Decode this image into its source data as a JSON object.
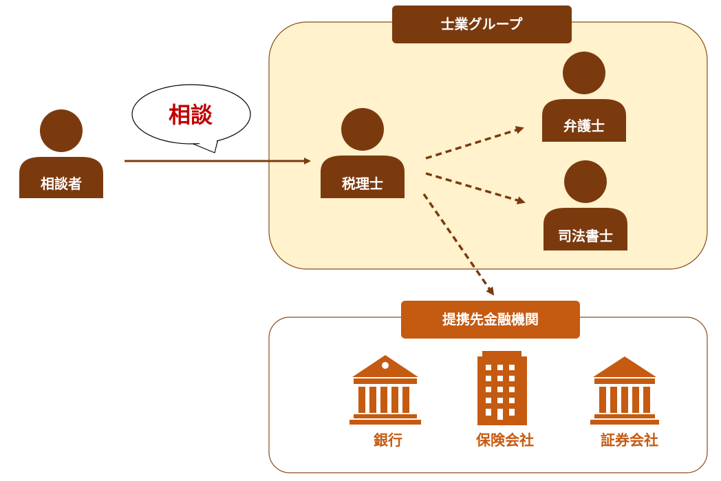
{
  "group": {
    "title": "士業グループ",
    "members": [
      "弁護士",
      "司法書士"
    ]
  },
  "consultant": {
    "label": "相談者"
  },
  "speech_bubble": {
    "text": "相談"
  },
  "tax_accountant": {
    "label": "税理士"
  },
  "lawyer": {
    "label": "弁護士"
  },
  "judicial_scrivener": {
    "label": "司法書士"
  },
  "partners": {
    "title": "提携先金融機関",
    "items": [
      {
        "label": "銀行",
        "icon": "bank-icon"
      },
      {
        "label": "保険会社",
        "icon": "office-building-icon"
      },
      {
        "label": "証券会社",
        "icon": "bank-icon"
      }
    ]
  },
  "colors": {
    "brown_dark": "#7b3a0e",
    "brown_panel": "#7b3a0e",
    "orange": "#c55a11",
    "cream": "#fff2cc",
    "red_text": "#c00000"
  }
}
